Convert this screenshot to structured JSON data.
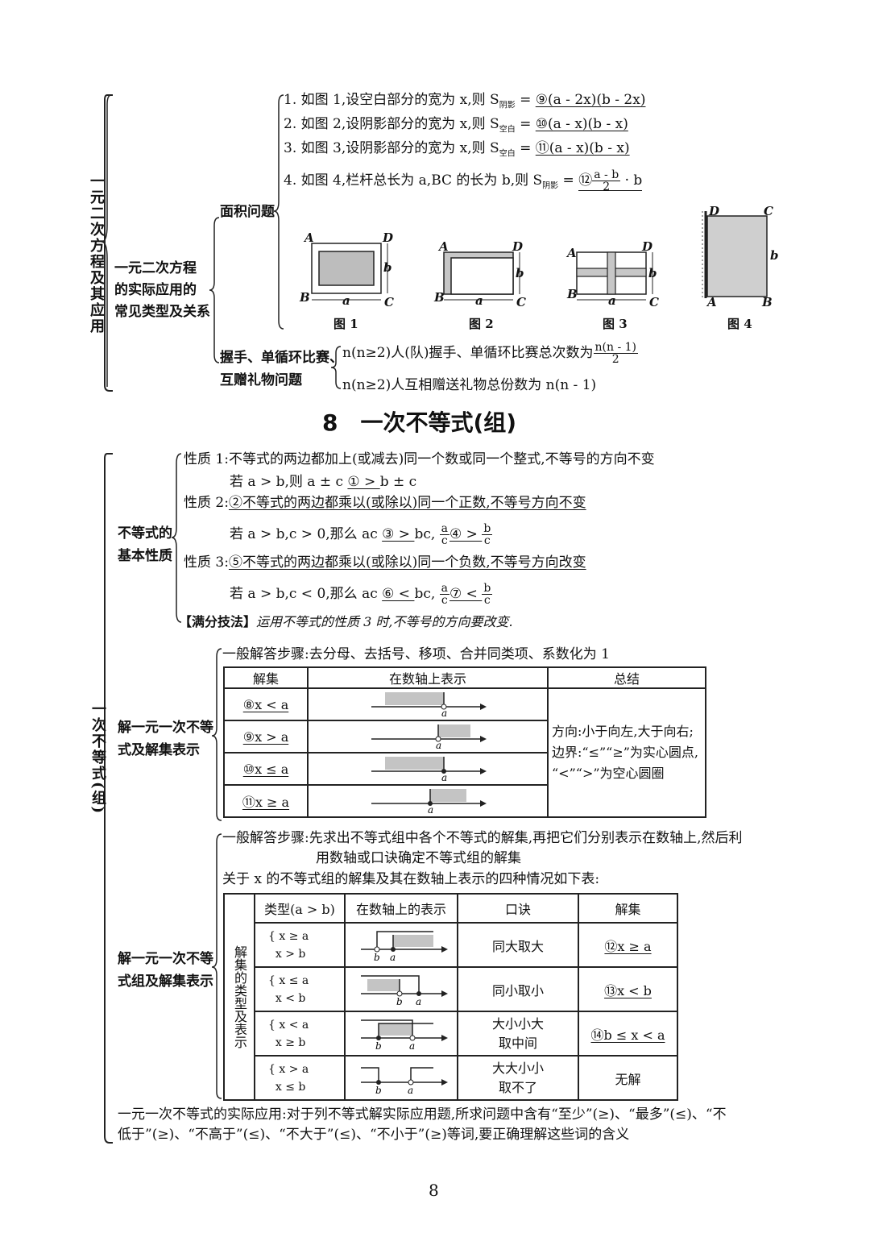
{
  "section7": {
    "left_vertical": "一元二次方程及其应用",
    "branch_label": [
      "一元二次方程",
      "的实际应用的",
      "常见类型及关系"
    ],
    "area_label": "面积问题",
    "area_items": [
      {
        "prefix": "1. 如图 1,设空白部分的宽为 x,则 S",
        "sub": "阴影",
        "eq": " = ",
        "answer": "⑨(a - 2x)(b - 2x)"
      },
      {
        "prefix": "2. 如图 2,设阴影部分的宽为 x,则 S",
        "sub": "空白",
        "eq": " = ",
        "answer": "⑩(a - x)(b - x)"
      },
      {
        "prefix": "3. 如图 3,设阴影部分的宽为 x,则 S",
        "sub": "空白",
        "eq": " = ",
        "answer": "⑪(a - x)(b - x)"
      },
      {
        "prefix": "4. 如图 4,栏杆总长为 a,BC 的长为 b,则 S",
        "sub": "阴影",
        "eq": " = ",
        "answer_pre": "⑫",
        "frac_num": "a - b",
        "frac_den": "2",
        "answer_post": " · b"
      }
    ],
    "figures": [
      "图 1",
      "图 2",
      "图 3",
      "图 4"
    ],
    "fig_letters": {
      "A": "A",
      "B": "B",
      "C": "C",
      "D": "D",
      "a": "a",
      "b": "b"
    },
    "handshake_label": [
      "握手、单循环比赛、",
      "互赠礼物问题"
    ],
    "handshake_line1_pre": "n(n≥2)人(队)握手、单循环比赛总次数为",
    "handshake_frac_num": "n(n - 1)",
    "handshake_frac_den": "2",
    "handshake_line2": "n(n≥2)人互相赠送礼物总份数为 n(n - 1)"
  },
  "section8_title": "8　一次不等式(组)",
  "section8": {
    "left_vertical": "一次不等式(组)",
    "props_label": [
      "不等式的",
      "基本性质"
    ],
    "prop1": "性质 1:不等式的两边都加上(或减去)同一个数或同一个整式,不等号的方向不变",
    "prop1_ex_pre": "若 a > b,则 a ± c ",
    "prop1_ex_ans": "① > ",
    "prop1_ex_post": "b ± c",
    "prop2_pre": "性质 2:",
    "prop2_ans": "②不等式的两边都乘以(或除以)同一个正数,不等号方向不变",
    "prop2_ex": {
      "pre": "若 a > b,c > 0,那么 ac ",
      "ans1": "③ > ",
      "mid": "bc,",
      "ans2": "④ > "
    },
    "prop3_pre": "性质 3:",
    "prop3_ans": "⑤不等式的两边都乘以(或除以)同一个负数,不等号方向改变",
    "prop3_ex": {
      "pre": "若 a > b,c < 0,那么 ac ",
      "ans1": "⑥ < ",
      "mid": "bc,",
      "ans2": "⑦ < "
    },
    "tip_tag": "【满分技法】",
    "tip_text": "运用不等式的性质 3 时,不等号的方向要改变.",
    "solve1_label": [
      "解一元一次不等",
      "式及解集表示"
    ],
    "solve1_steps": "一般解答步骤:去分母、去括号、移项、合并同类项、系数化为 1",
    "table1_headers": [
      "解集",
      "在数轴上表示",
      "总结"
    ],
    "table1_rows": [
      "⑧x < a",
      "⑨x > a",
      "⑩x ≤ a",
      "⑪x ≥ a"
    ],
    "table1_summary": [
      "方向:小于向左,大于向右;",
      "边界:“≤”“≥”为实心圆点,",
      "“<”“>”为空心圆圈"
    ],
    "solve2_label": [
      "解一元一次不等",
      "式组及解集表示"
    ],
    "solve2_steps_1": "一般解答步骤:先求出不等式组中各个不等式的解集,再把它们分别表示在数轴上,然后利",
    "solve2_steps_2": "用数轴或口诀确定不等式组的解集",
    "solve2_intro": "关于 x 的不等式组的解集及其在数轴上表示的四种情况如下表:",
    "table2_side": "解集的类型及表示",
    "table2_headers": [
      "类型(a > b)",
      "在数轴上的表示",
      "口诀",
      "解集"
    ],
    "table2_rows": [
      {
        "type1": "x ≥ a",
        "type2": "x > b",
        "rule": [
          "同大取大"
        ],
        "answer": "⑫x ≥ a"
      },
      {
        "type1": "x ≤ a",
        "type2": "x < b",
        "rule": [
          "同小取小"
        ],
        "answer": "⑬x < b"
      },
      {
        "type1": "x < a",
        "type2": "x ≥ b",
        "rule": [
          "大小小大",
          "取中间"
        ],
        "answer": "⑭b ≤ x < a"
      },
      {
        "type1": "x > a",
        "type2": "x ≤ b",
        "rule": [
          "大大小小",
          "取不了"
        ],
        "answer": "无解"
      }
    ],
    "application_line1": "一元一次不等式的实际应用:对于列不等式解实际应用题,所求问题中含有“至少”(≥)、“最多”(≤)、“不",
    "application_line2": "低于”(≥)、“不高于”(≤)、“不大于”(≤)、“不小于”(≥)等词,要正确理解这些词的含义"
  },
  "page_number": "8"
}
